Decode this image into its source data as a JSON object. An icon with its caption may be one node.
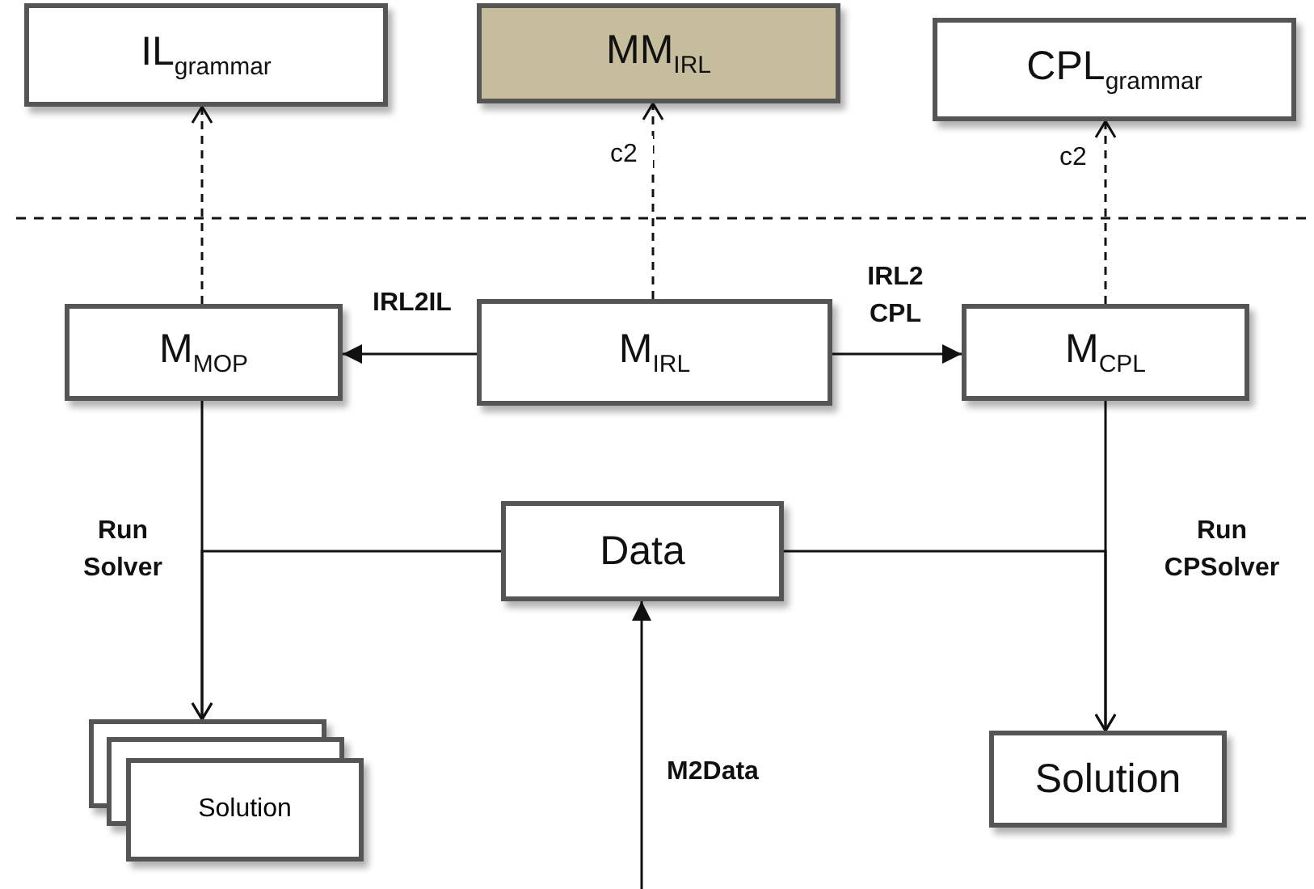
{
  "diagram": {
    "nodes": [
      {
        "text": [
          "IL$_{grammar}$"
        ]
      },
      {
        "text": [
          "MM$_{IRL}$"
        ]
      },
      {
        "text": [
          "CPL$_{grammar}$"
        ]
      },
      {
        "text": [
          "M$_{MOP}$"
        ]
      },
      {
        "text": [
          "M$_{IRL}$"
        ]
      },
      {
        "text": [
          "M$_{CPL}$"
        ]
      },
      {
        "text": [
          "Data"
        ]
      },
      {
        "text": [
          "Solution"
        ]
      },
      {
        "text": [
          "Solution"
        ]
      }
    ],
    "edges": [
      {
        "from": 3,
        "to": 0,
        "arrow": "to",
        "style": "dashed"
      },
      {
        "from": 4,
        "to": 1,
        "arrow": "to",
        "style": "dashed",
        "label": "c2"
      },
      {
        "from": 5,
        "to": 2,
        "arrow": "to",
        "style": "dashed",
        "label": "c2"
      },
      {
        "from": 4,
        "to": 3,
        "arrow": "to",
        "label": "IRL2IL"
      },
      {
        "from": 4,
        "to": 5,
        "arrow": "to",
        "label": "IRL2 CPL"
      },
      {
        "from": 3,
        "to": 7,
        "arrow": "to",
        "label": "Run Solver"
      },
      {
        "from": 6,
        "to": 7,
        "arrow": "to"
      },
      {
        "from": 5,
        "to": 8,
        "arrow": "to",
        "label": "Run CPSolver"
      },
      {
        "from": 6,
        "to": 8,
        "arrow": "to"
      },
      {
        "from": null,
        "to": 6,
        "arrow": "to",
        "label": "M2Data"
      }
    ]
  }
}
